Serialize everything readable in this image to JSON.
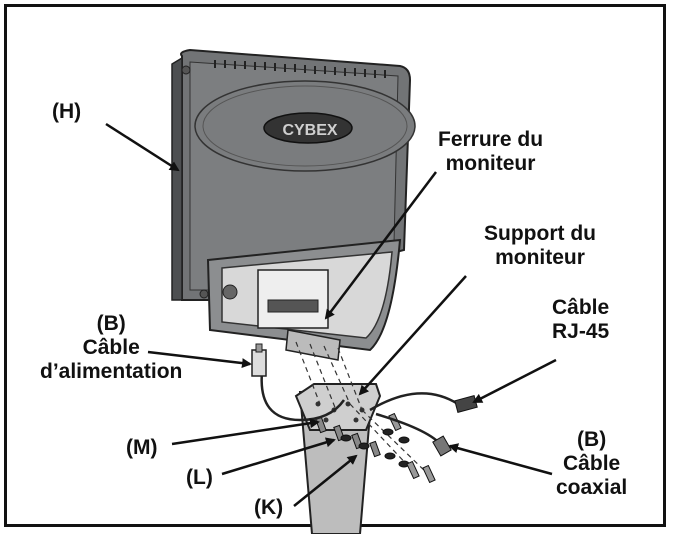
{
  "labels": {
    "h": "(H)",
    "mount_bracket": [
      "Ferrure du",
      "moniteur"
    ],
    "monitor_support": [
      "Support du",
      "moniteur"
    ],
    "rj45_cable": [
      "Câble",
      "RJ-45"
    ],
    "power_cable": [
      "(B)",
      "Câble",
      "d’alimentation"
    ],
    "m": "(M)",
    "l": "(L)",
    "k": "(K)",
    "coax_cable": [
      "(B)",
      "Câble",
      "coaxial"
    ]
  },
  "brand": "CYBEX",
  "colors": {
    "border": "#111111",
    "console": "#6f7173",
    "console_dark": "#4a4c4e",
    "post": "#b9b9b9",
    "cable": "#222222"
  }
}
